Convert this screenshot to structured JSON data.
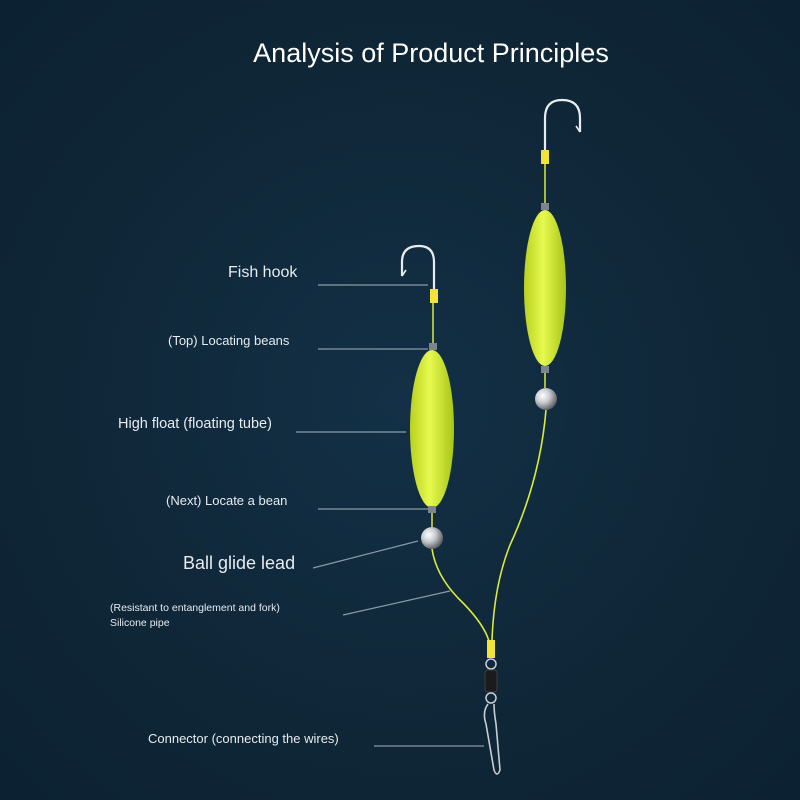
{
  "title": "Analysis of Product Principles",
  "labels": {
    "fish_hook": "Fish hook",
    "top_locating_beans": "(Top) Locating beans",
    "high_float": "High float (floating tube)",
    "next_locate_bean": "(Next) Locate a bean",
    "ball_glide_lead": "Ball glide lead",
    "silicone_pipe_note": "(Resistant to entanglement and fork)",
    "silicone_pipe": "Silicone pipe",
    "connector": "Connector (connecting the wires)"
  },
  "colors": {
    "background": "#0f2637",
    "float": "#d8f03a",
    "line": "#d9ea3c",
    "leader_line": "#8a9aa6",
    "hook": "#e8ecef",
    "lead_ball": "#c9ccd0",
    "swivel": "#1b1b1b"
  }
}
